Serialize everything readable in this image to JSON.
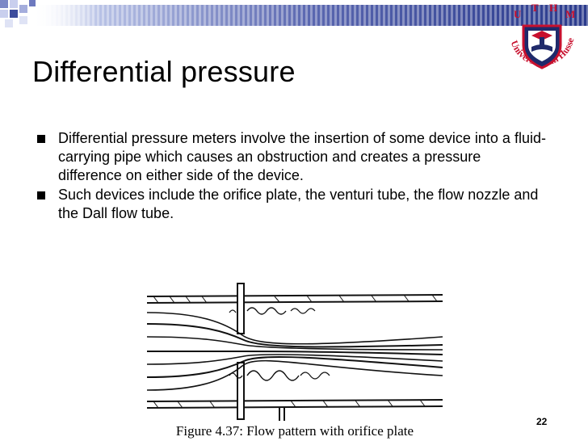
{
  "slide": {
    "title": "Differential pressure",
    "bullets": [
      "Differential pressure meters involve the insertion of some device into a fluid-carrying pipe which causes an obstruction and creates a pressure difference on either side of the device.",
      "Such devices include the orifice plate, the venturi tube, the flow nozzle and the Dall flow tube."
    ],
    "figure_caption": "Figure 4.37: Flow pattern with orifice plate",
    "page_number": "22"
  },
  "logo": {
    "letters": [
      "U",
      "T",
      "H",
      "M"
    ],
    "ring_text": "Universiti Tun Hussein Onn Malaysia"
  },
  "colors": {
    "band_dark": "#2a3a8c",
    "band_light": "#b8c2e6",
    "logo_red": "#c8102e",
    "logo_blue": "#1f2a6b"
  }
}
